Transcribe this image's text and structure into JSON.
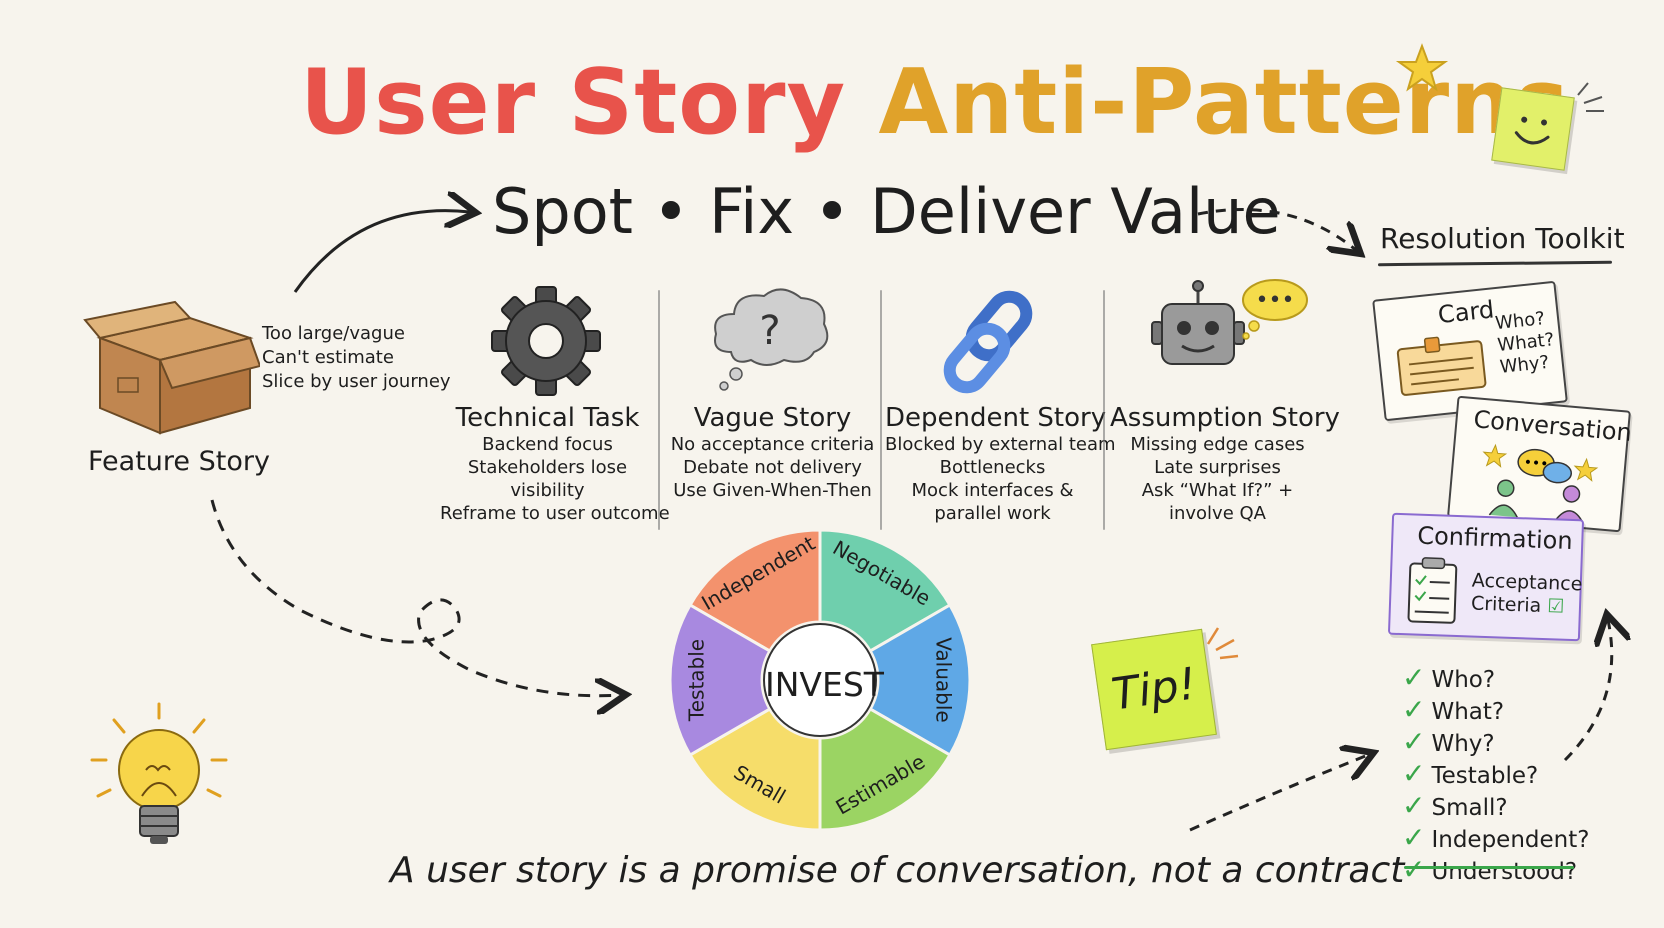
{
  "title": {
    "part1": "User Story",
    "part2": "Anti-Patterns"
  },
  "subtitle": "Spot • Fix • Deliver Value",
  "feature": {
    "label": "Feature Story",
    "notes": [
      "Too large/vague",
      "Can't estimate",
      "Slice by user journey"
    ]
  },
  "columns": [
    {
      "icon": "gear-icon",
      "title": "Technical Task",
      "lines": [
        "Backend focus",
        "Stakeholders lose",
        "visibility",
        "Reframe to user outcome"
      ]
    },
    {
      "icon": "question-cloud-icon",
      "title": "Vague Story",
      "lines": [
        "No acceptance criteria",
        "Debate not delivery",
        "Use Given-When-Then"
      ]
    },
    {
      "icon": "chain-link-icon",
      "title": "Dependent Story",
      "lines": [
        "Blocked by external team",
        "Bottlenecks",
        "Mock interfaces &",
        "parallel work"
      ]
    },
    {
      "icon": "robot-icon",
      "title": "Assumption Story",
      "lines": [
        "Missing edge cases",
        "Late surprises",
        "Ask “What If?” +",
        "involve QA"
      ]
    }
  ],
  "invest": {
    "center": "INVEST",
    "segments": [
      {
        "label": "Independent",
        "color": "#f3926d"
      },
      {
        "label": "Negotiable",
        "color": "#6fcfad"
      },
      {
        "label": "Valuable",
        "color": "#5fa8e6"
      },
      {
        "label": "Estimable",
        "color": "#9bd463"
      },
      {
        "label": "Small",
        "color": "#f6dd6a"
      },
      {
        "label": "Testable",
        "color": "#a889e0"
      }
    ]
  },
  "tip": "Tip!",
  "toolkit": {
    "title": "Resolution Toolkit",
    "card": {
      "title": "Card",
      "lines": [
        "Who?",
        "What?",
        "Why?"
      ]
    },
    "conversation": {
      "title": "Conversation"
    },
    "confirmation": {
      "title": "Confirmation",
      "lines": [
        "Acceptance",
        "Criteria"
      ]
    },
    "checklist": [
      "Who?",
      "What?",
      "Why?",
      "Testable?",
      "Small?",
      "Independent?",
      "Understood?"
    ]
  },
  "quote": "A user story is a promise of conversation, not a contract"
}
